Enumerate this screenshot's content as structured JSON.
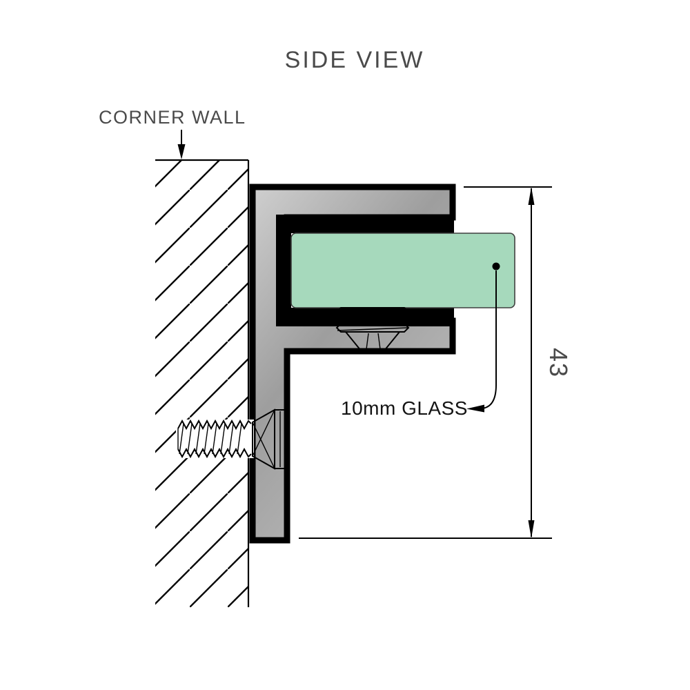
{
  "title": {
    "text": "SIDE VIEW"
  },
  "annotations": {
    "corner_wall_label": "CORNER WALL",
    "glass_label": "10mm GLASS",
    "dimension_value": "43"
  },
  "colors": {
    "glass_green": "#a6d9bc",
    "metal_gray": "#9e9e9e",
    "metal_light": "#cfcfcf",
    "metal_mid": "#bdbdbd",
    "outline_black": "#000000",
    "text_gray": "#4a4a4a",
    "text_black": "#141414"
  }
}
